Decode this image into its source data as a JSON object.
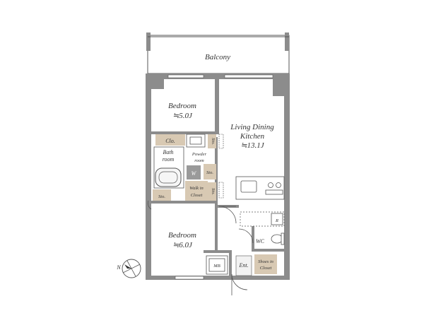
{
  "labels": {
    "balcony": "Balcony",
    "bedroom1": "Bedroom",
    "bedroom1_size": "≒5.0J",
    "ldk_line1": "Living Dining",
    "ldk_line2": "Kitchen",
    "ldk_size": "≒13.1J",
    "clo": "Clo.",
    "sto1": "Sto.",
    "bath_line1": "Bath",
    "bath_line2": "room",
    "powder_line1": "Powder",
    "powder_line2": "room",
    "sto2": "Sto.",
    "w": "W",
    "walkin_line1": "Walk in",
    "walkin_line2": "Closet",
    "sto3": "Sto.",
    "sto4": "Sto.",
    "r": "R",
    "wc": "WC",
    "bedroom2": "Bedroom",
    "bedroom2_size": "≒6.0J",
    "mb": "MB",
    "ent": "Ent.",
    "shoes_line1": "Shoes in",
    "shoes_line2": "Closet",
    "compass_n": "N"
  },
  "colors": {
    "wall": "#8c8c8c",
    "closet_fill": "#d8c9b3",
    "line": "#555555"
  }
}
